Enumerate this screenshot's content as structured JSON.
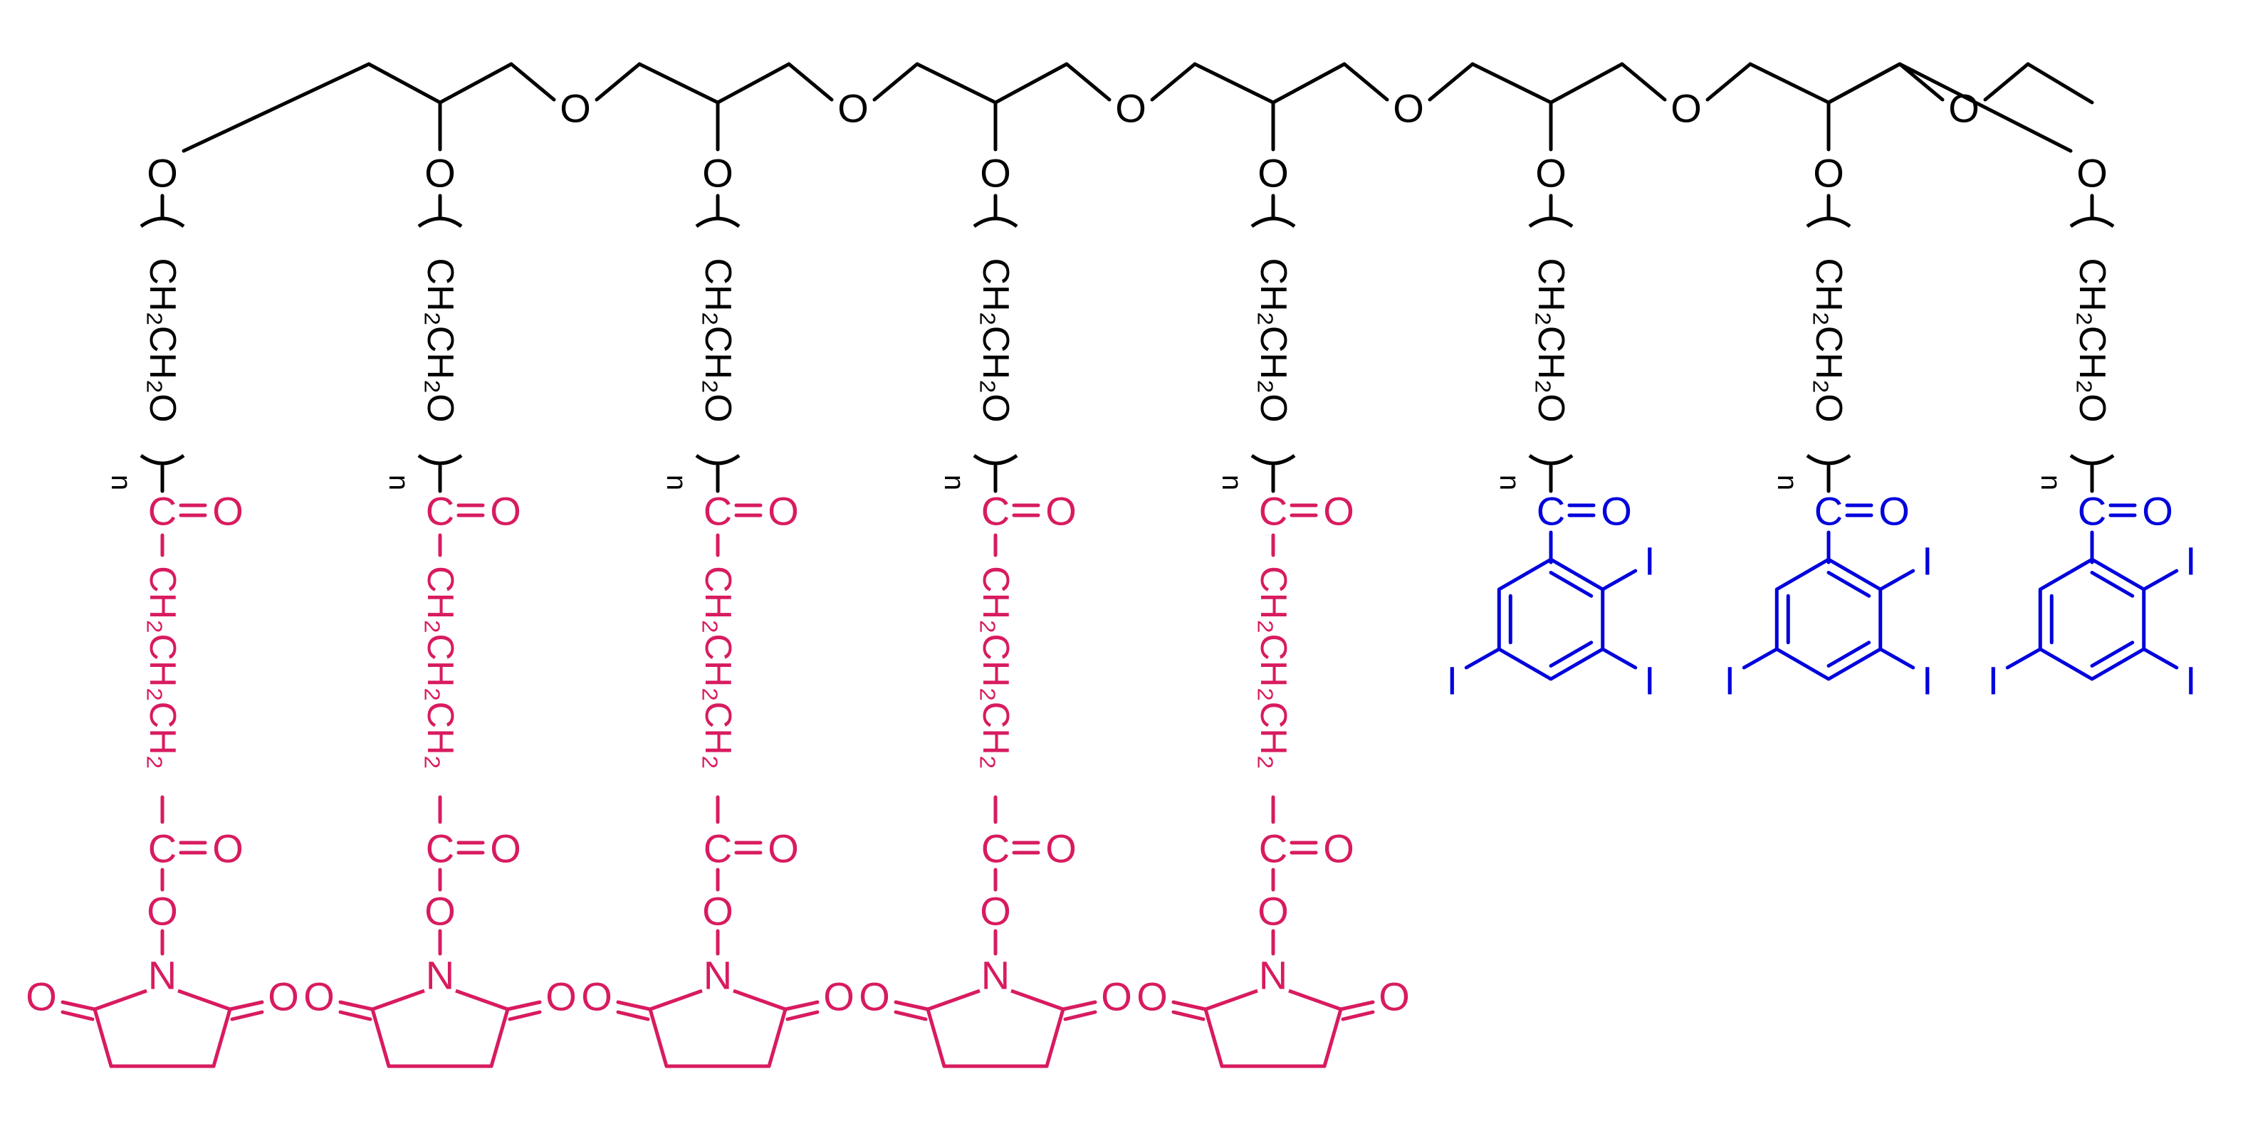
{
  "colors": {
    "backbone": "#000000",
    "linker": "#d81b60",
    "iodo": "#0000dd"
  },
  "atoms": {
    "oxygen": "O",
    "nitrogen": "N",
    "iodine": "I",
    "carbon": "C",
    "repeat_index": "n"
  },
  "labels": {
    "peg_unit": "CH₂CH₂O",
    "ester_carbonyl": "C=O",
    "succinate_linker": "CH₂CH₂CH₂",
    "linker_carbonyl": "C=O",
    "aroyl_carbonyl": "C=O"
  },
  "arms": [
    {
      "id": 1,
      "terminus": "NHS-ester"
    },
    {
      "id": 2,
      "terminus": "NHS-ester"
    },
    {
      "id": 3,
      "terminus": "NHS-ester"
    },
    {
      "id": 4,
      "terminus": "NHS-ester"
    },
    {
      "id": 5,
      "terminus": "NHS-ester"
    },
    {
      "id": 6,
      "terminus": "triiodobenzoyl"
    },
    {
      "id": 7,
      "terminus": "triiodobenzoyl"
    },
    {
      "id": 8,
      "terminus": "triiodobenzoyl"
    }
  ],
  "backbone_ether_count": 6
}
